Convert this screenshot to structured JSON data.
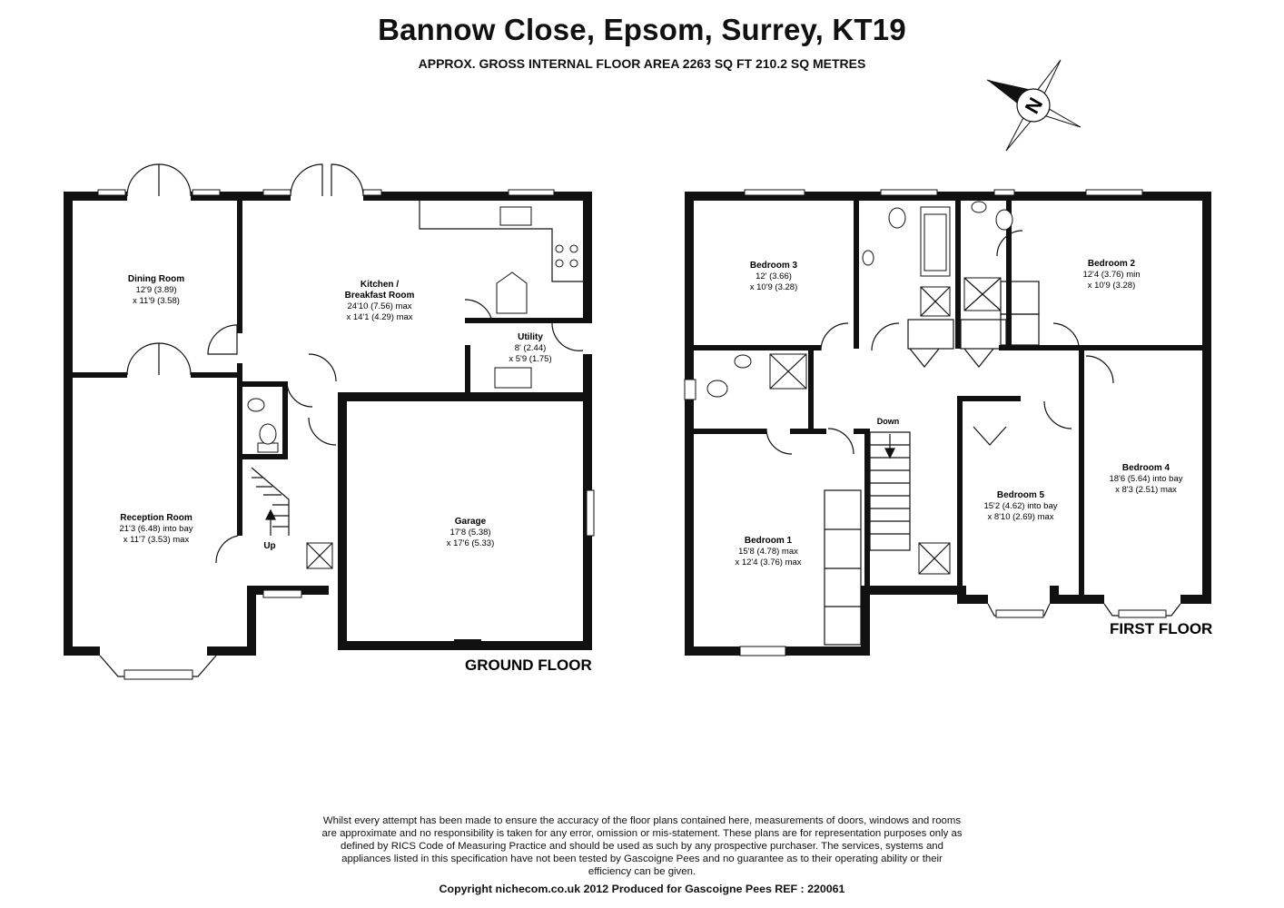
{
  "header": {
    "title": "Bannow Close, Epsom, Surrey, KT19",
    "subtitle": "APPROX. GROSS INTERNAL FLOOR AREA 2263 SQ FT 210.2 SQ METRES"
  },
  "compass": {
    "letter": "N",
    "icon": "north-arrow-compass-icon"
  },
  "ground_floor": {
    "label": "GROUND FLOOR",
    "rooms": {
      "dining": {
        "name": "Dining Room",
        "dim1": "12'9 (3.89)",
        "dim2": "x 11'9 (3.58)"
      },
      "kitchen": {
        "name1": "Kitchen /",
        "name2": "Breakfast Room",
        "dim1": "24'10 (7.56) max",
        "dim2": "x 14'1 (4.29) max"
      },
      "utility": {
        "name": "Utility",
        "dim1": "8' (2.44)",
        "dim2": "x 5'9 (1.75)"
      },
      "reception": {
        "name": "Reception Room",
        "dim1": "21'3 (6.48) into bay",
        "dim2": "x 11'7 (3.53) max"
      },
      "garage": {
        "name": "Garage",
        "dim1": "17'8 (5.38)",
        "dim2": "x 17'6 (5.33)"
      }
    },
    "stairs_label": "Up"
  },
  "first_floor": {
    "label": "FIRST FLOOR",
    "rooms": {
      "bedroom3": {
        "name": "Bedroom 3",
        "dim1": "12' (3.66)",
        "dim2": "x 10'9 (3.28)"
      },
      "bedroom2": {
        "name": "Bedroom 2",
        "dim1": "12'4 (3.76) min",
        "dim2": "x 10'9 (3.28)"
      },
      "bedroom1": {
        "name": "Bedroom 1",
        "dim1": "15'8 (4.78) max",
        "dim2": "x 12'4 (3.76) max"
      },
      "bedroom5": {
        "name": "Bedroom 5",
        "dim1": "15'2 (4.62) into bay",
        "dim2": "x 8'10 (2.69) max"
      },
      "bedroom4": {
        "name": "Bedroom 4",
        "dim1": "18'6 (5.64) into bay",
        "dim2": "x 8'3 (2.51) max"
      }
    },
    "stairs_label": "Down"
  },
  "footer": {
    "disclaimer": "Whilst every attempt has been made to ensure the accuracy of the floor plans contained here, measurements of doors, windows and rooms are approximate and no responsibility is taken for any error, omission or mis-statement.  These plans are for representation purposes only as defined by RICS Code of Measuring Practice and should be used as such by any prospective purchaser.  The services, systems and appliances listed in this specification have not been tested by Gascoigne Pees and no guarantee as to their operating ability or their efficiency can be given.",
    "copyright": "Copyright nichecom.co.uk 2012    Produced for Gascoigne Pees   REF : 220061"
  }
}
